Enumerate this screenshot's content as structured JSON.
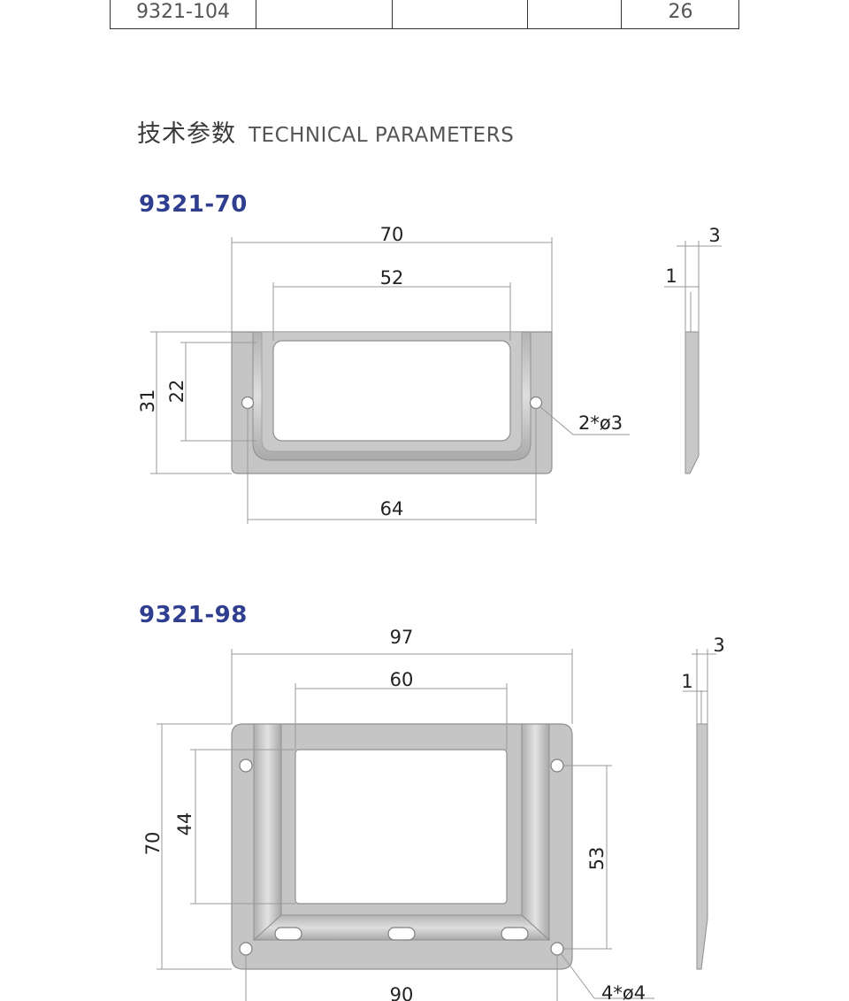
{
  "spec_table": {
    "last_row": [
      "9321-104",
      "",
      "",
      "",
      "26"
    ]
  },
  "section": {
    "title_cn": "技术参数",
    "title_en": "TECHNICAL PARAMETERS"
  },
  "models": [
    {
      "name": "9321-70",
      "dims": {
        "width": "70",
        "window_width": "52",
        "height": "31",
        "window_height": "22",
        "hole_pitch": "64",
        "holes": "2*ø3",
        "thickness": "1",
        "depth": "3"
      }
    },
    {
      "name": "9321-98",
      "dims": {
        "width": "97",
        "window_width": "60",
        "height": "70",
        "window_height": "44",
        "hole_vertical_pitch": "53",
        "hole_pitch": "90",
        "holes": "4*ø4",
        "thickness": "1",
        "depth": "3"
      }
    }
  ],
  "colors": {
    "plate_fill": "#c5c5c5",
    "plate_stroke": "#8f8f8f",
    "model_label": "#2f3e8f",
    "dimension_line": "#999999"
  }
}
